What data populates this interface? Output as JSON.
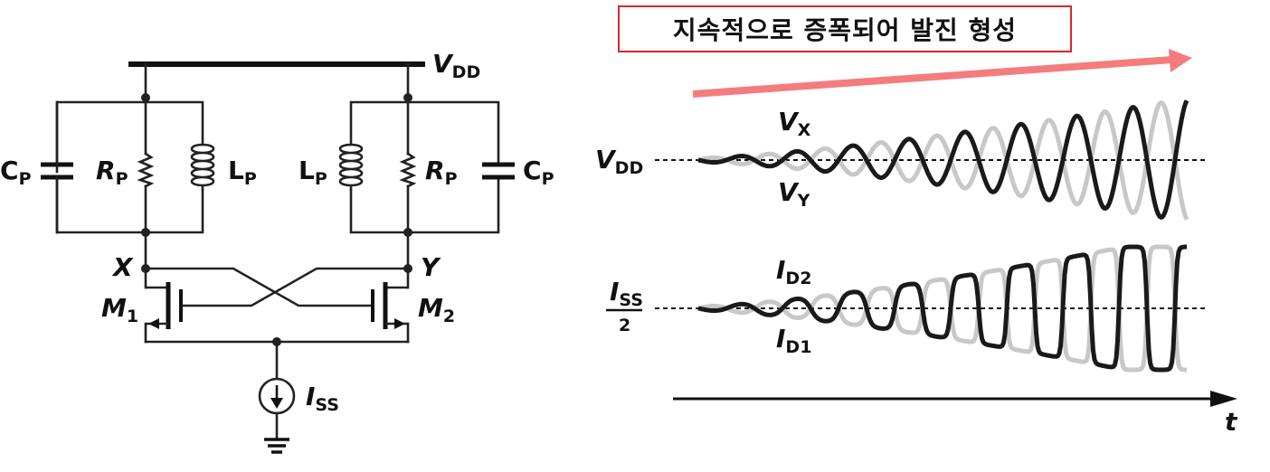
{
  "banner": {
    "text": "지속적으로 증폭되어 발진 형성"
  },
  "circuit": {
    "vdd": {
      "main": "V",
      "sub": "DD"
    },
    "cp_left": {
      "main": "C",
      "sub": "P"
    },
    "rp_left": {
      "main": "R",
      "sub": "P"
    },
    "lp_left": {
      "main": "L",
      "sub": "P"
    },
    "lp_right": {
      "main": "L",
      "sub": "P"
    },
    "rp_right": {
      "main": "R",
      "sub": "P"
    },
    "cp_right": {
      "main": "C",
      "sub": "P"
    },
    "node_x": "X",
    "node_y": "Y",
    "m1": {
      "main": "M",
      "sub": "1"
    },
    "m2": {
      "main": "M",
      "sub": "2"
    },
    "iss": {
      "main": "I",
      "sub": "SS"
    }
  },
  "waveforms": {
    "top": {
      "ref_label": {
        "main": "V",
        "sub": "DD"
      },
      "upper_label": {
        "main": "V",
        "sub": "X"
      },
      "lower_label": {
        "main": "V",
        "sub": "Y"
      },
      "dark_color": "#1a1a1a",
      "light_color": "#c8c8c8"
    },
    "bottom": {
      "ref_label": {
        "main": "I",
        "sub": "SS",
        "den": "2"
      },
      "upper_label": {
        "main": "I",
        "sub": "D2"
      },
      "lower_label": {
        "main": "I",
        "sub": "D1"
      },
      "dark_color": "#1a1a1a",
      "light_color": "#c8c8c8"
    },
    "time_label": "t",
    "arrow_color": "#f47c7c"
  }
}
